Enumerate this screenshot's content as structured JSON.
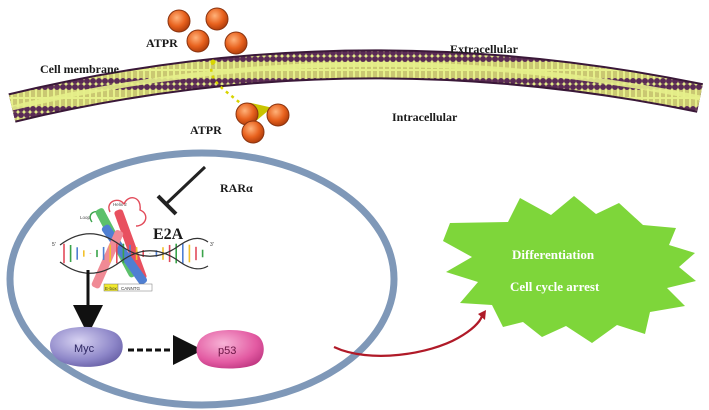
{
  "labels": {
    "atpr_top": "ATPR",
    "atpr_bottom": "ATPR",
    "cell_membrane": "Cell membrane",
    "extracellular": "Extracellular",
    "intracellular": "Intracellular",
    "rar_alpha": "RARα",
    "e2a": "E2A",
    "helix2": "Helix 2",
    "loop": "Loop",
    "ebox": "E-box",
    "ebox_seq": "CANNTG",
    "myc": "Myc",
    "p53": "p53",
    "outcome_line1": "Differentiation",
    "outcome_line2": "Cell cycle arrest"
  },
  "colors": {
    "molecule": "#e8621e",
    "membrane_head": "#5a2a55",
    "membrane_tail": "#e6f08a",
    "nucleus_border": "#7f98b8",
    "burst": "#7ed63a",
    "myc": "#8d86c8",
    "p53": "#e35aa2",
    "connector": "#b01a28"
  }
}
